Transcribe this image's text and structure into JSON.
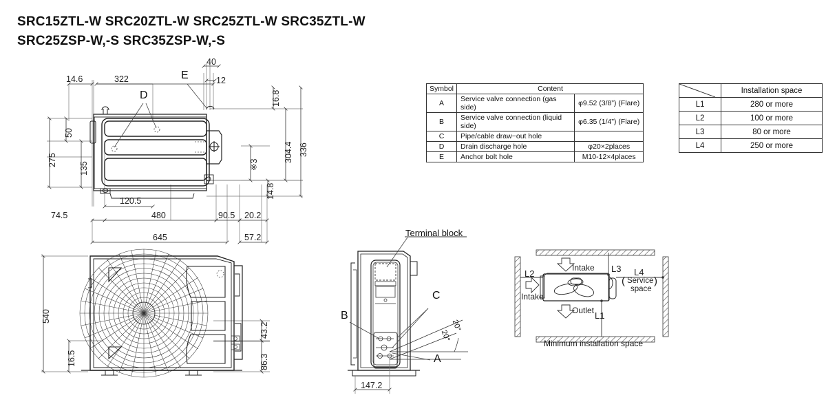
{
  "document": {
    "title_line_1": "SRC15ZTL-W   SRC20ZTL-W   SRC25ZTL-W   SRC35ZTL-W",
    "title_line_2": "SRC25ZSP-W,-S   SRC35ZSP-W,-S"
  },
  "top_view": {
    "dimensions": {
      "d_14_6": "14.6",
      "d_322": "322",
      "d_40": "40",
      "d_12": "12",
      "d_16_8": "16.8",
      "d_304_4": "304.4",
      "d_336": "336",
      "d_50": "50",
      "d_275": "275",
      "d_135": "135",
      "d_120_5": "120.5",
      "d_74_5": "74.5",
      "d_480": "480",
      "d_645": "645",
      "d_90_5": "90.5",
      "d_20_2": "20.2",
      "d_57_2": "57.2",
      "d_14_8": "14.8",
      "note_3": "※3"
    },
    "callouts": {
      "d_label": "D",
      "e_label": "E"
    }
  },
  "front_view": {
    "dimensions": {
      "d_540": "540",
      "d_16_5": "16.5",
      "d_43_2": "43.2",
      "d_86_3": "86.3"
    }
  },
  "side_view": {
    "terminal_block_label": "Terminal block",
    "callouts": {
      "a_label": "A",
      "b_label": "B",
      "c_label": "C"
    },
    "angles": {
      "angle_upper": "20°",
      "angle_lower": "20°"
    },
    "dimensions": {
      "d_147_2": "147.2"
    }
  },
  "installation_diagram": {
    "caption": "Minimum installation space",
    "labels": {
      "l1": "L1",
      "l2": "L2",
      "l3": "L3",
      "l4": "L4",
      "intake_top": "Intake",
      "intake_left": "Intake",
      "outlet": "Outlet",
      "service_space_line1": "Service",
      "service_space_line2": "space",
      "paren_open": "(",
      "paren_close": ")"
    }
  },
  "symbol_table": {
    "headers": [
      "Symbol",
      "Content",
      ""
    ],
    "rows": [
      {
        "symbol": "A",
        "content": "Service valve connection (gas side)",
        "value": "φ9.52 (3/8”)  (Flare)"
      },
      {
        "symbol": "B",
        "content": "Service valve connection (liquid side)",
        "value": "φ6.35 (1/4”)  (Flare)"
      },
      {
        "symbol": "C",
        "content": "Pipe/cable draw−out hole",
        "value": ""
      },
      {
        "symbol": "D",
        "content": "Drain discharge hole",
        "value": "φ20×2places"
      },
      {
        "symbol": "E",
        "content": "Anchor bolt hole",
        "value": "M10-12×4places"
      }
    ]
  },
  "installation_table": {
    "header": "Installation space",
    "rows": [
      {
        "key": "L1",
        "value": "280 or more"
      },
      {
        "key": "L2",
        "value": "100 or more"
      },
      {
        "key": "L3",
        "value": "80 or more"
      },
      {
        "key": "L4",
        "value": "250 or more"
      }
    ]
  },
  "colors": {
    "ink": "#1a1a1a",
    "line": "#333333",
    "thin": "#555555",
    "hatch": "#444444",
    "background": "#ffffff"
  }
}
